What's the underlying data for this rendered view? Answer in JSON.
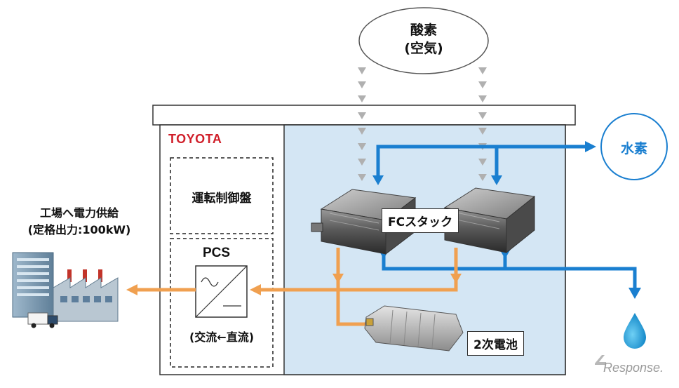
{
  "oxygen": {
    "line1": "酸素",
    "line2": "(空気)"
  },
  "hydrogen": {
    "label": "水素"
  },
  "brand": {
    "name": "TOYOTA"
  },
  "control_panel": {
    "label": "運転制御盤"
  },
  "pcs": {
    "label": "PCS",
    "caption": "(交流←直流)"
  },
  "factory": {
    "line1": "工場へ電力供給",
    "line2": "(定格出力:100kW)"
  },
  "fc_stack": {
    "label": "FCスタック"
  },
  "battery": {
    "label": "2次電池"
  },
  "watermark": {
    "text": "Response."
  },
  "colors": {
    "blue_flow": "#1a7fd0",
    "orange_flow": "#f0a050",
    "module_bg": "#d4e6f4",
    "toyota_red": "#d01f2a"
  }
}
